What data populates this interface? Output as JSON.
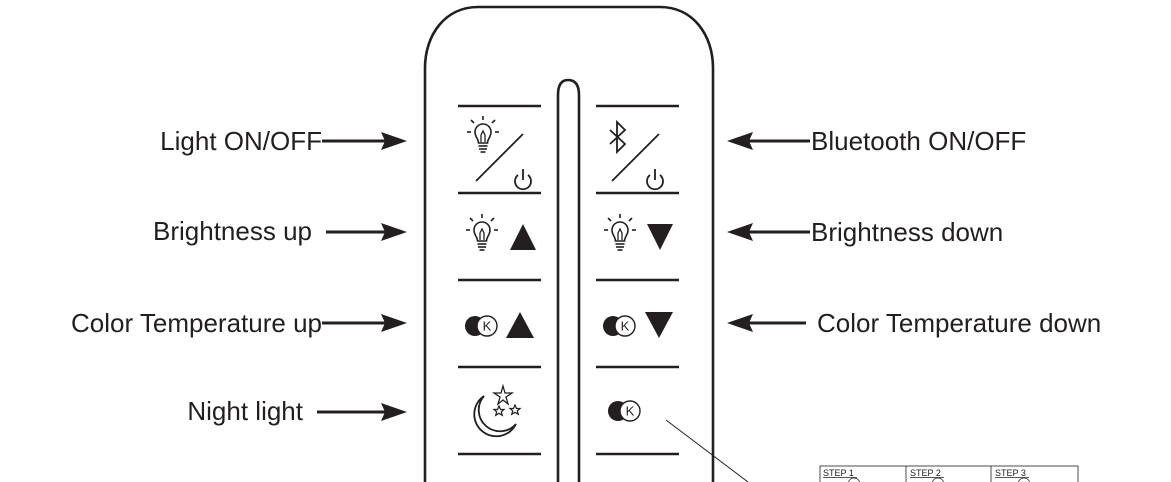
{
  "labels": {
    "light_on_off": "Light  ON/OFF",
    "bluetooth_on_off": "Bluetooth  ON/OFF",
    "brightness_up": "Brightness up",
    "brightness_down": "Brightness down",
    "color_temp_up": "Color Temperature up",
    "color_temp_down": "Color Temperature down",
    "night_light": "Night light"
  },
  "inset": {
    "step1": "STEP 1",
    "step2": "STEP 2",
    "step3": "STEP 3"
  },
  "icons": {
    "k_symbol": "K"
  },
  "colors": {
    "ink": "#231f20",
    "background": "#ffffff"
  }
}
